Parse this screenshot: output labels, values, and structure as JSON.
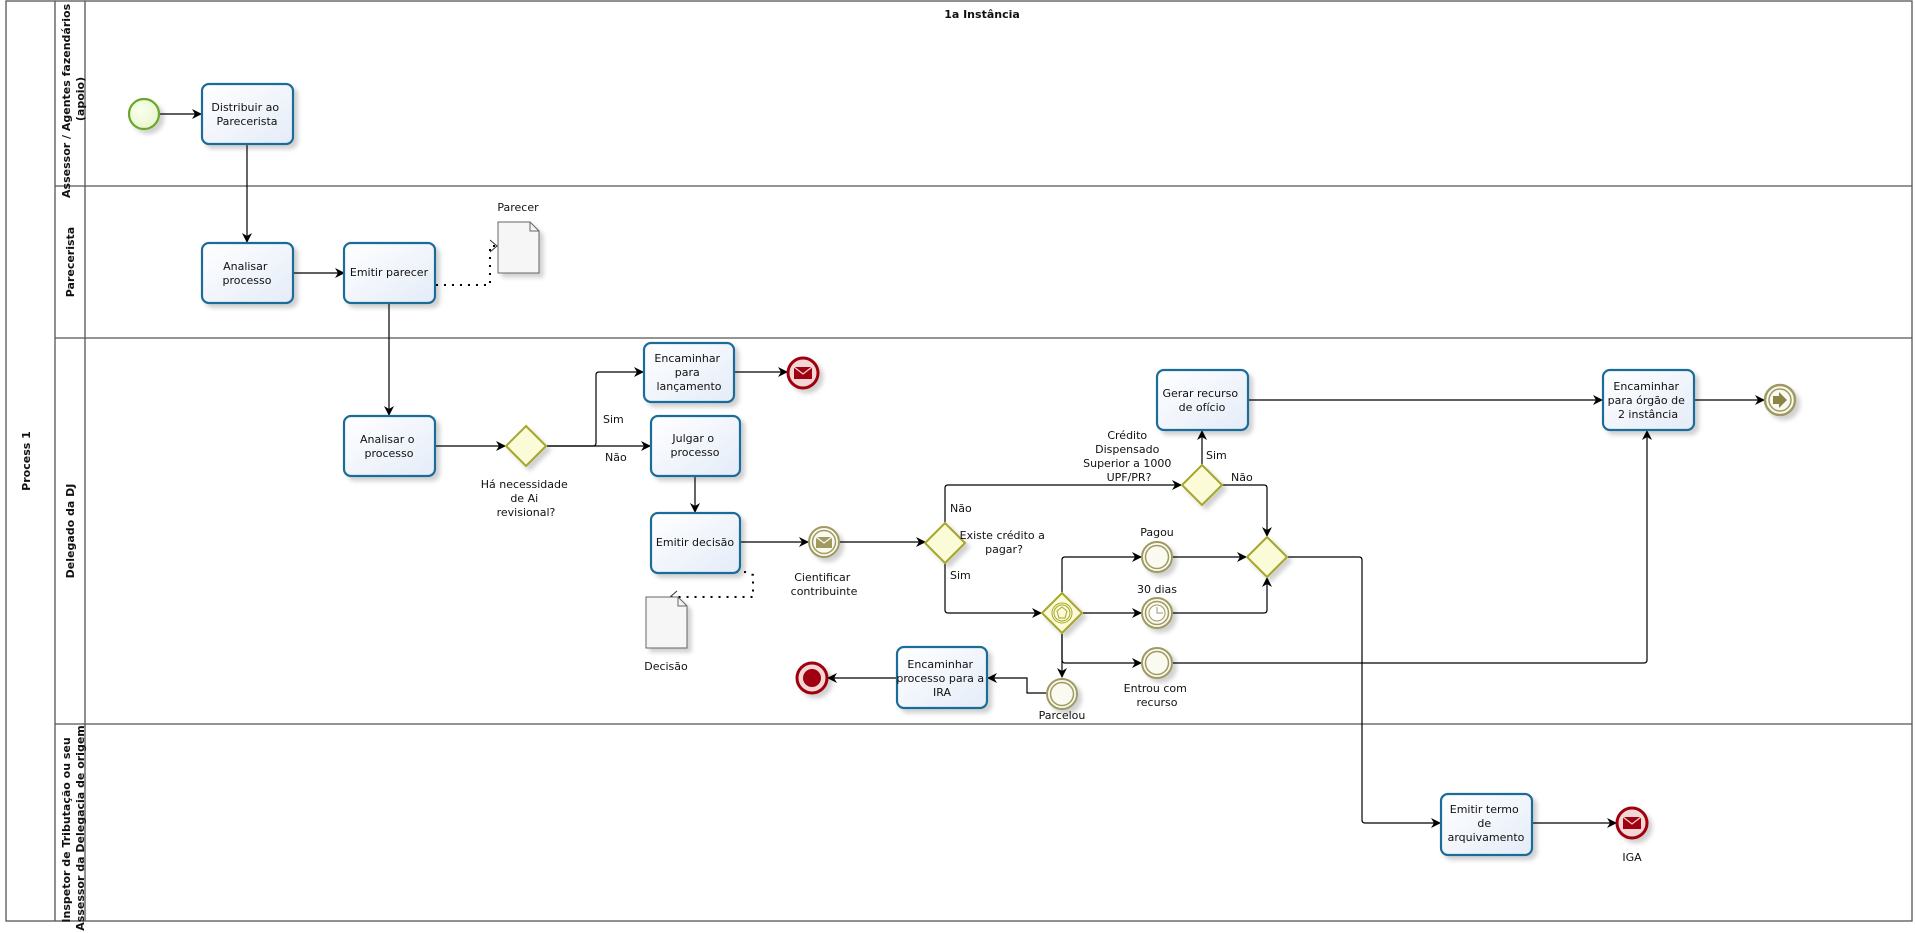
{
  "pool": {
    "name": "Process 1",
    "header": "1a Instância"
  },
  "lanes": [
    {
      "label_lines": [
        "Assessor / Agentes fazendários",
        "(apoio)"
      ]
    },
    {
      "label_lines": [
        "Parecerista"
      ]
    },
    {
      "label_lines": [
        "Delegado da DJ"
      ]
    },
    {
      "label_lines": [
        "Inspetor de Tributação ou seu",
        "Assessor da Delegacia de origem"
      ]
    }
  ],
  "tasks": {
    "distribuir": [
      "Distribuir ao",
      "Parecerista"
    ],
    "analisar_processo": [
      "Analisar",
      "processo"
    ],
    "emitir_parecer": [
      "Emitir parecer"
    ],
    "analisar_o_processo": [
      "Analisar o",
      "processo"
    ],
    "encaminhar_lancamento": [
      "Encaminhar",
      "para",
      "lançamento"
    ],
    "julgar": [
      "Julgar o",
      "processo"
    ],
    "emitir_decisao": [
      "Emitir decisão"
    ],
    "gerar_recurso": [
      "Gerar recurso",
      "de ofício"
    ],
    "encaminhar_orgao": [
      "Encaminhar",
      "para órgão de",
      "2 instância"
    ],
    "encaminhar_ira": [
      "Encaminhar",
      "processo para a",
      "IRA"
    ],
    "emitir_termo": [
      "Emitir termo",
      "de",
      "arquivamento"
    ]
  },
  "gateways": {
    "necessidade_ai": [
      "Há necessidade",
      "de Ai",
      "revisional?"
    ],
    "existe_credito": [
      "Existe crédito a",
      "pagar?"
    ],
    "credito_dispensado": [
      "Crédito",
      "Dispensado",
      "Superior a 1000",
      "UPF/PR?"
    ]
  },
  "events": {
    "cientificar": [
      "Cientificar",
      "contribuinte"
    ],
    "pagou": [
      "Pagou"
    ],
    "trinta_dias": [
      "30 dias"
    ],
    "entrou_recurso": [
      "Entrou com",
      "recurso"
    ],
    "parcelou": [
      "Parcelou"
    ],
    "iga": [
      "IGA"
    ]
  },
  "data_objects": {
    "parecer": "Parecer",
    "decisao": "Decisão"
  },
  "flow_labels": {
    "sim_1": "Sim",
    "nao_1": "Não",
    "nao_2": "Não",
    "sim_2": "Sim",
    "sim_3": "Sim",
    "nao_3": "Não"
  },
  "colors": {
    "task_border": "#1f6c9a",
    "gateway_border": "#a6a62a",
    "gateway_fill": "#fbfbd8",
    "start_border": "#6aa62a",
    "end_red": "#a00010",
    "intermediate": "#9e9a62"
  }
}
